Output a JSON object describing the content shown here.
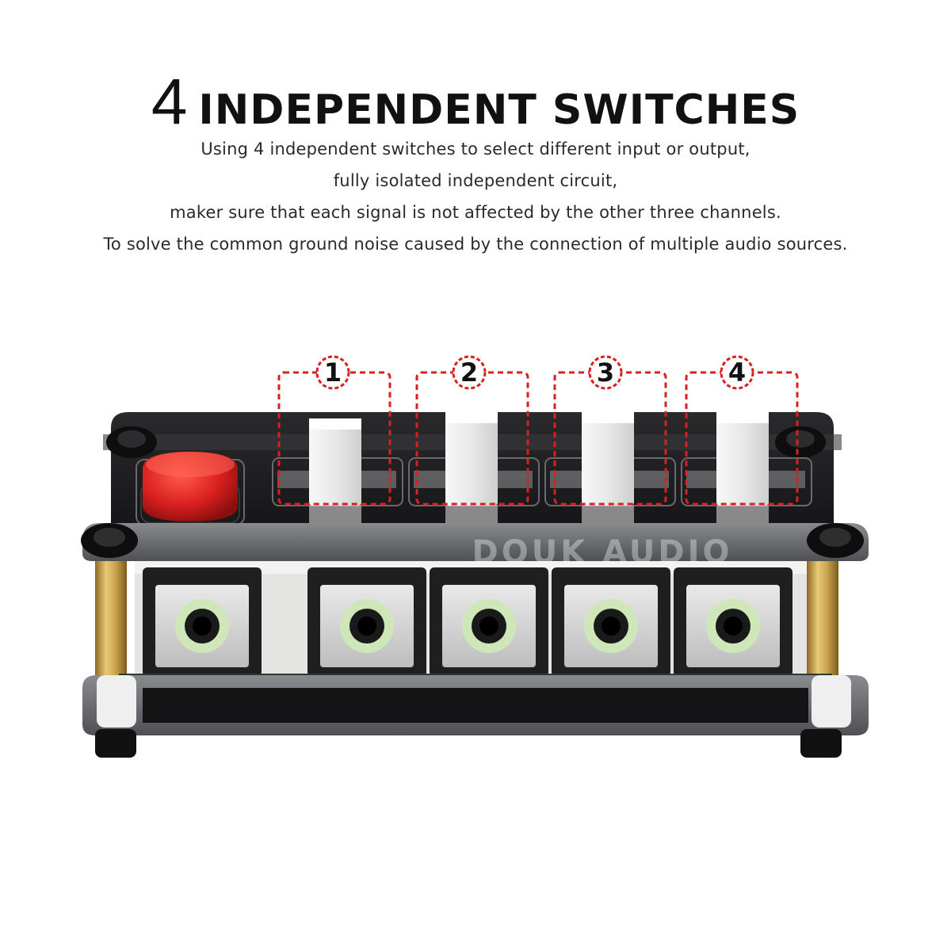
{
  "headline": {
    "number": "4",
    "title": "INDEPENDENT SWITCHES"
  },
  "description": {
    "lines": [
      "Using 4 independent switches to select different input or output,",
      "fully isolated independent circuit,",
      "maker sure that each signal is not affected by the other three channels.",
      "To solve the common ground noise caused by the connection of multiple audio sources."
    ]
  },
  "callouts": [
    {
      "label": "1"
    },
    {
      "label": "2"
    },
    {
      "label": "3"
    },
    {
      "label": "4"
    }
  ],
  "device": {
    "watermark": "DOUK AUDIO",
    "jack_count": 5,
    "switch_count": 4,
    "colors": {
      "panel": "#1c1c1e",
      "frame": "#6e6f73",
      "button_red": "#d81f1f",
      "switch_white": "#eeeeee",
      "callout_red": "#d82020",
      "jack_insulator": "#cfe7b8",
      "brass": "#c9a24a"
    }
  }
}
